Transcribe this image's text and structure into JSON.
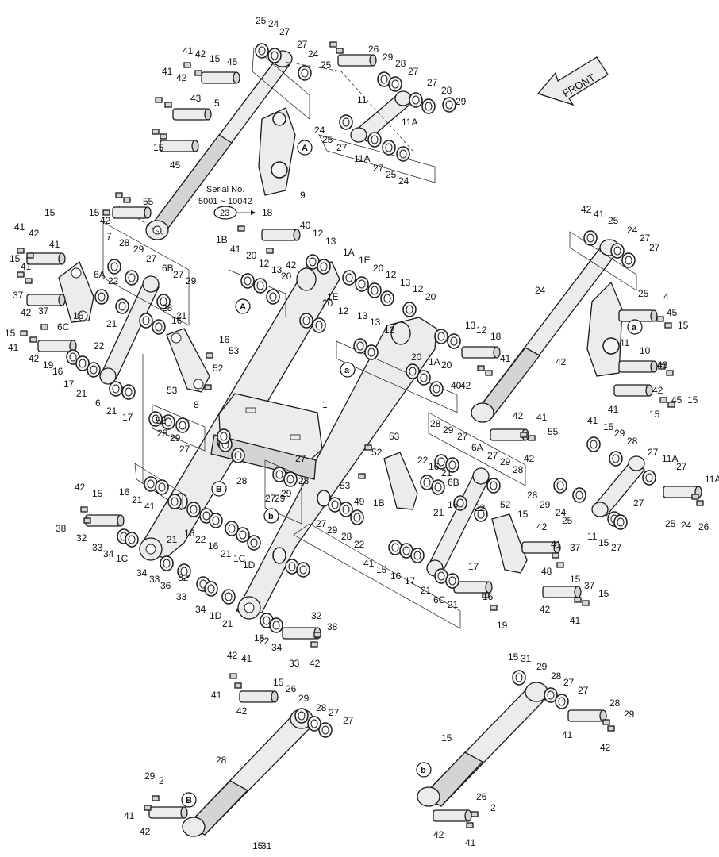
{
  "front_label": "FRONT",
  "serial_note": {
    "line1": "Serial No.",
    "line2": "5001 ~ 10042",
    "ref": "23",
    "target": "18"
  },
  "callouts": {
    "A": "A",
    "B": "B",
    "a": "a",
    "b": "b"
  },
  "part_numbers": [
    "25",
    "24",
    "27",
    "41",
    "42",
    "15",
    "45",
    "43",
    "5",
    "41",
    "42",
    "15",
    "45",
    "27",
    "24",
    "25",
    "26",
    "29",
    "28",
    "27",
    "11",
    "11A",
    "27",
    "28",
    "29",
    "24",
    "25",
    "27",
    "11A",
    "27",
    "25",
    "24",
    "9",
    "41",
    "42",
    "15",
    "55",
    "15",
    "42",
    "41",
    "37",
    "15",
    "41",
    "42",
    "37",
    "15",
    "41",
    "42",
    "19",
    "16",
    "17",
    "21",
    "6C",
    "7",
    "28",
    "29",
    "27",
    "6A",
    "22",
    "16",
    "21",
    "6B",
    "27",
    "29",
    "28",
    "21",
    "16",
    "22",
    "6",
    "21",
    "17",
    "16",
    "53",
    "52",
    "53",
    "8",
    "52",
    "28",
    "29",
    "27",
    "1B",
    "41",
    "42",
    "40",
    "12",
    "13",
    "20",
    "12",
    "13",
    "20",
    "1A",
    "1E",
    "20",
    "12",
    "13",
    "12",
    "20",
    "1E",
    "20",
    "12",
    "13",
    "13",
    "12",
    "20",
    "1A",
    "20",
    "13",
    "12",
    "18",
    "41",
    "40",
    "42",
    "1",
    "27",
    "29",
    "28",
    "27",
    "29",
    "28",
    "52",
    "53",
    "28",
    "29",
    "27",
    "6A",
    "27",
    "29",
    "28",
    "22",
    "16",
    "21",
    "6B",
    "21",
    "16",
    "22",
    "52",
    "53",
    "49",
    "1B",
    "27",
    "29",
    "28",
    "22",
    "16",
    "21",
    "41",
    "42",
    "15",
    "38",
    "32",
    "33",
    "34",
    "1C",
    "21",
    "16",
    "22",
    "16",
    "21",
    "1C",
    "1D",
    "34",
    "33",
    "36",
    "32",
    "33",
    "34",
    "1D",
    "21",
    "16",
    "22",
    "34",
    "33",
    "32",
    "38",
    "42",
    "41",
    "15",
    "16",
    "17",
    "21",
    "6C",
    "21",
    "17",
    "16",
    "19",
    "15",
    "42",
    "41",
    "48",
    "37",
    "15",
    "42",
    "41",
    "37",
    "15",
    "42",
    "41",
    "25",
    "24",
    "27",
    "27",
    "24",
    "25",
    "4",
    "45",
    "15",
    "42",
    "41",
    "10",
    "43",
    "42",
    "41",
    "15",
    "45",
    "15",
    "42",
    "41",
    "55",
    "42",
    "41",
    "15",
    "29",
    "28",
    "27",
    "11A",
    "27",
    "28",
    "29",
    "24",
    "25",
    "27",
    "11A",
    "11",
    "15",
    "27",
    "25",
    "24",
    "26",
    "42",
    "41",
    "41",
    "42",
    "15",
    "26",
    "29",
    "28",
    "27",
    "27",
    "28",
    "29",
    "2",
    "41",
    "42",
    "15",
    "31",
    "29",
    "28",
    "27",
    "27",
    "28",
    "29",
    "42",
    "41",
    "15",
    "26",
    "2",
    "41",
    "42",
    "15",
    "31"
  ]
}
